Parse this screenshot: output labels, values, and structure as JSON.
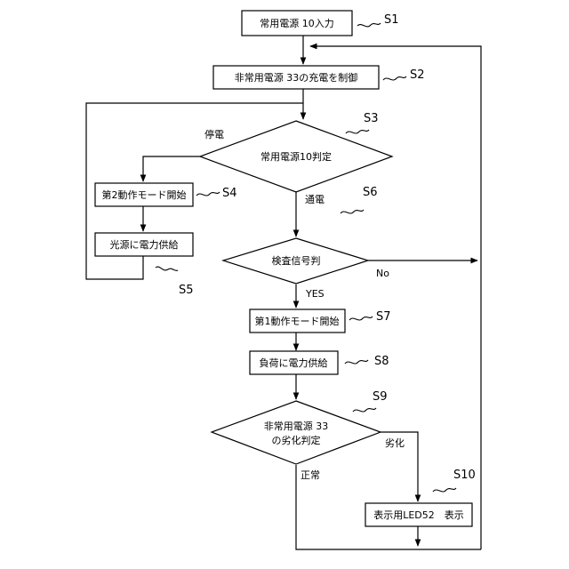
{
  "nodes": {
    "s1": "常用電源 10入力",
    "s2": "非常用電源 33の充電を制御",
    "s3": "常用電源10判定",
    "s4": "第2動作モード開始",
    "s5": "光源に電力供給",
    "s6": "検査信号判",
    "s7": "第1動作モード開始",
    "s8": "負荷に電力供給",
    "s9_line1": "非常用電源 33",
    "s9_line2": "の劣化判定",
    "s10": "表示用LED52　表示"
  },
  "steps": {
    "s1": "S1",
    "s2": "S2",
    "s3": "S3",
    "s4": "S4",
    "s5": "S5",
    "s6": "S6",
    "s7": "S7",
    "s8": "S8",
    "s9": "S9",
    "s10": "S10"
  },
  "branch_labels": {
    "outage": "停電",
    "powered": "通電",
    "no": "No",
    "yes": "YES",
    "degraded": "劣化",
    "normal": "正常"
  }
}
